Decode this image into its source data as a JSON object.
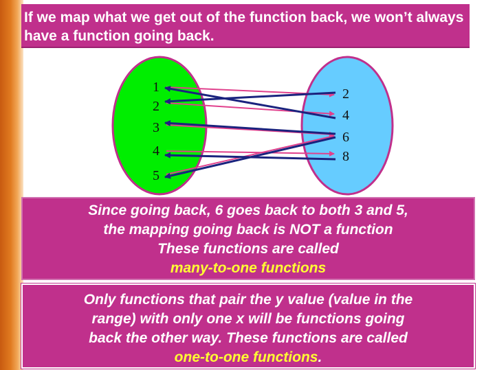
{
  "title": "If we map what we get out of the function back, we won’t always have a function going back.",
  "diagram": {
    "domain_values": [
      "1",
      "2",
      "3",
      "4",
      "5"
    ],
    "range_values": [
      "2",
      "4",
      "6",
      "8"
    ],
    "colors": {
      "domain_oval": "#00ee00",
      "range_oval": "#66ccff",
      "oval_border": "#c0308c",
      "forward_arrow": "#e0408c",
      "backward_arrow": "#1a237e"
    }
  },
  "note1": {
    "line1": "Since going back, 6 goes back to both 3 and 5,",
    "line2": "the mapping going back is NOT a function",
    "line3": "These functions are called",
    "highlight": "many-to-one functions"
  },
  "note2": {
    "line1": "Only functions that pair the y value (value in the",
    "line2": "range) with only one x will be functions going",
    "line3": "back the other way.  These functions are called",
    "highlight": "one-to-one functions",
    "suffix": "."
  }
}
